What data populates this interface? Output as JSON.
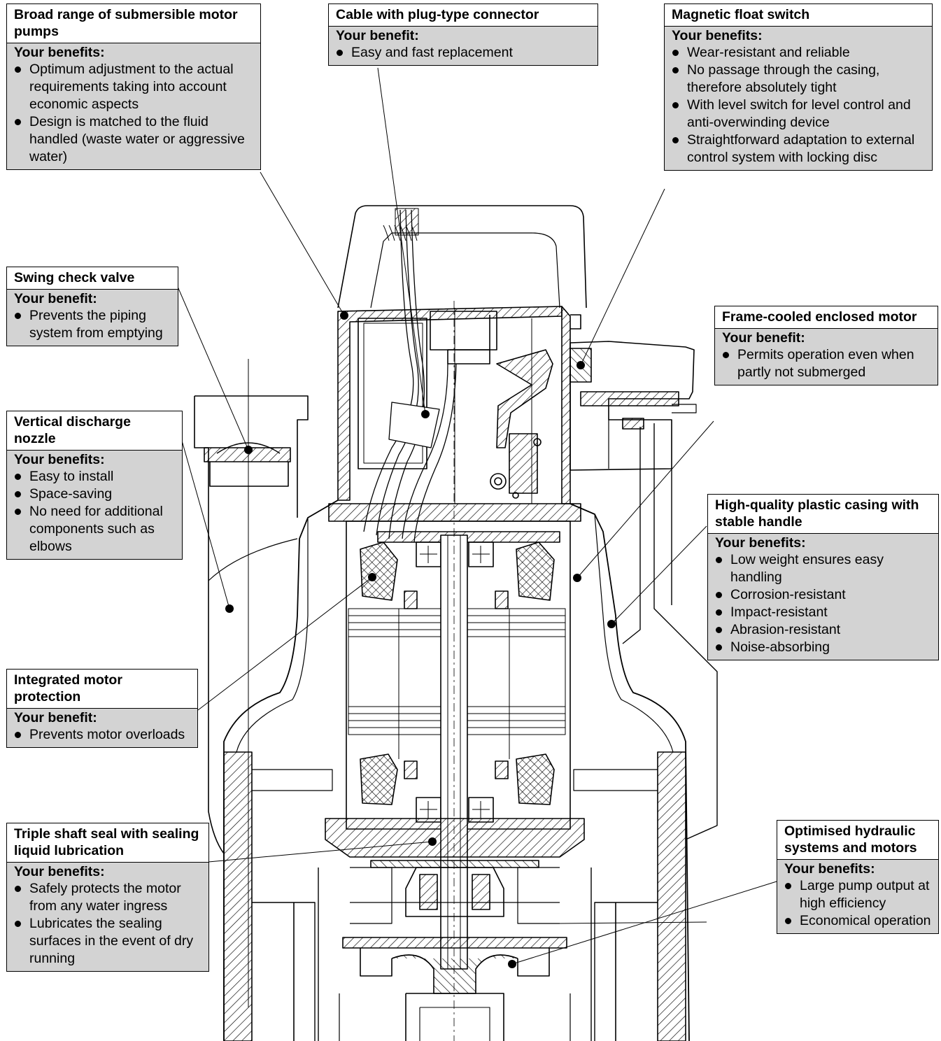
{
  "callouts": {
    "range": {
      "title": "Broad range of submersible motor pumps",
      "heading": "Your benefits:",
      "items": [
        "Optimum adjustment to the actual requirements taking into account economic aspects",
        "Design is matched to the fluid handled (waste water or aggressive water)"
      ]
    },
    "cable": {
      "title": "Cable with plug-type connector",
      "heading": "Your benefit:",
      "items": [
        "Easy and fast replacement"
      ]
    },
    "float": {
      "title": "Magnetic float switch",
      "heading": "Your benefits:",
      "items": [
        "Wear-resistant and reliable",
        "No passage through the casing, therefore absolutely tight",
        "With level switch for level control and anti-overwinding device",
        "Straightforward adaptation to external control system with locking disc"
      ]
    },
    "swing": {
      "title": "Swing check valve",
      "heading": "Your benefit:",
      "items": [
        "Prevents the piping system from emptying"
      ]
    },
    "frame": {
      "title": "Frame-cooled enclosed motor",
      "heading": "Your benefit:",
      "items": [
        "Permits operation even when partly not submerged"
      ]
    },
    "nozzle": {
      "title": "Vertical discharge nozzle",
      "heading": "Your benefits:",
      "items": [
        "Easy to install",
        "Space-saving",
        "No need for additional components such as elbows"
      ]
    },
    "casing": {
      "title": "High-quality plastic casing with stable handle",
      "heading": "Your benefits:",
      "items": [
        "Low weight ensures easy handling",
        "Corrosion-resistant",
        "Impact-resistant",
        "Abrasion-resistant",
        "Noise-absorbing"
      ]
    },
    "protection": {
      "title": "Integrated motor protection",
      "heading": "Your benefit:",
      "items": [
        "Prevents motor overloads"
      ]
    },
    "seal": {
      "title": "Triple shaft seal with sealing liquid lubrication",
      "heading": "Your benefits:",
      "items": [
        "Safely protects the motor from any water ingress",
        "Lubricates the sealing surfaces in the event of dry running"
      ]
    },
    "hydraulic": {
      "title": "Optimised hydraulic systems and motors",
      "heading": "Your benefits:",
      "items": [
        "Large pump output at high efficiency",
        "Economical operation"
      ]
    }
  },
  "colors": {
    "box_fill": "#d3d3d3",
    "line": "#000000"
  }
}
